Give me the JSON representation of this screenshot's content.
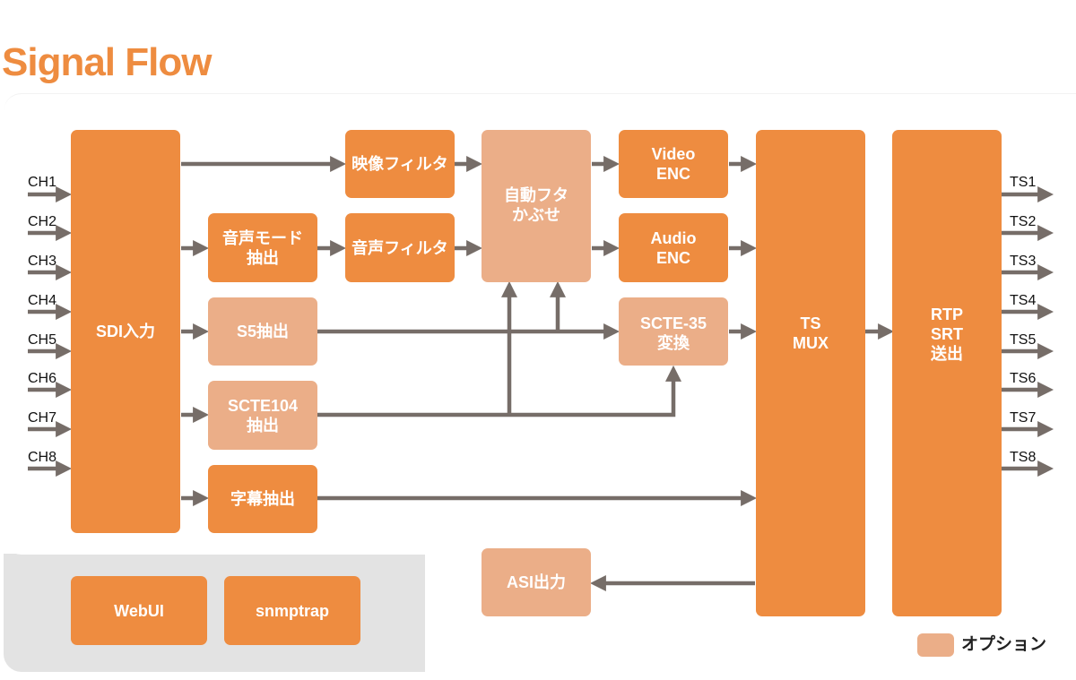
{
  "title": "Signal Flow",
  "colors": {
    "main": "#ee8c40",
    "option": "#ebae88",
    "arrow": "#766d68",
    "gray_panel": "#e3e3e3"
  },
  "inputs": [
    "CH1",
    "CH2",
    "CH3",
    "CH4",
    "CH5",
    "CH6",
    "CH7",
    "CH8"
  ],
  "outputs": [
    "TS1",
    "TS2",
    "TS3",
    "TS4",
    "TS5",
    "TS6",
    "TS7",
    "TS8"
  ],
  "blocks": {
    "sdi_input": {
      "label": "SDI入力",
      "optional": false
    },
    "audio_mode_extract": {
      "label": "音声モード\n抽出",
      "optional": false
    },
    "s5_extract": {
      "label": "S5抽出",
      "optional": true
    },
    "scte104_extract": {
      "label": "SCTE104\n抽出",
      "optional": true
    },
    "caption_extract": {
      "label": "字幕抽出",
      "optional": false
    },
    "video_filter": {
      "label": "映像フィルタ",
      "optional": false
    },
    "audio_filter": {
      "label": "音声フィルタ",
      "optional": false
    },
    "auto_cover": {
      "label": "自動フタ\nかぶせ",
      "optional": true
    },
    "video_enc": {
      "label": "Video\nENC",
      "optional": false
    },
    "audio_enc": {
      "label": "Audio\nENC",
      "optional": false
    },
    "scte35_convert": {
      "label": "SCTE-35\n変換",
      "optional": true
    },
    "ts_mux": {
      "label": "TS\nMUX",
      "optional": false
    },
    "rtp_srt_send": {
      "label": "RTP\nSRT\n送出",
      "optional": false
    },
    "asi_output": {
      "label": "ASI出力",
      "optional": true
    },
    "webui": {
      "label": "WebUI",
      "optional": false
    },
    "snmptrap": {
      "label": "snmptrap",
      "optional": false
    }
  },
  "legend": {
    "label": "オプション"
  }
}
